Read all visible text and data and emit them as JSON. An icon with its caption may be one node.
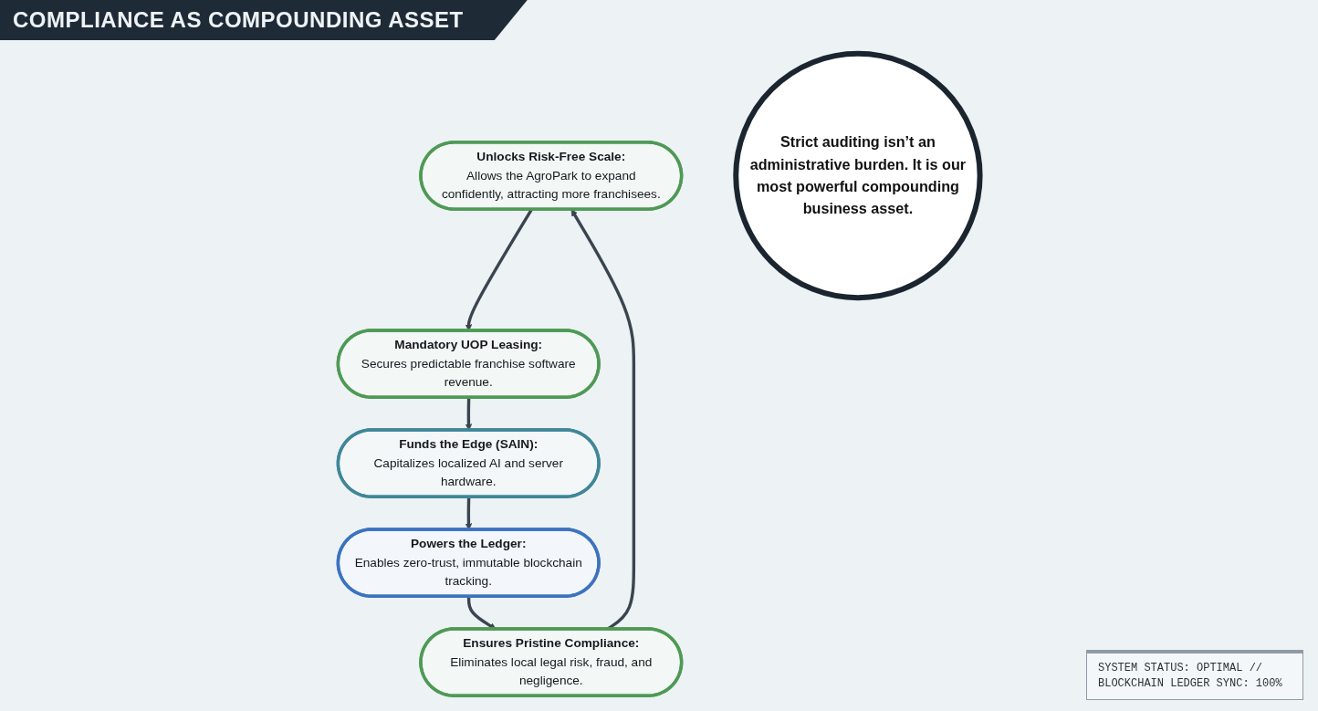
{
  "diagram": {
    "title": "COMPLIANCE AS COMPOUNDING ASSET",
    "nodes": [
      {
        "text": [
          "Unlocks Risk-Free Scale:",
          "Allows the AgroPark to expand confidently, attracting more franchisees."
        ]
      },
      {
        "text": [
          "Mandatory UOP Leasing:",
          "Secures predictable franchise software revenue."
        ]
      },
      {
        "text": [
          "Strict auditing isn’t an administrative burden. It is our most powerful compounding business asset."
        ]
      },
      {
        "text": [
          "Ensures Pristine Compliance:",
          "Eliminates local legal risk, fraud, and negligence."
        ]
      },
      {
        "text": [
          "Funds the Edge (SAIN):",
          "Capitalizes localized AI and server hardware."
        ]
      },
      {
        "text": [
          "Powers the Ledger:",
          "Enables zero-trust, immutable blockchain tracking."
        ]
      }
    ],
    "edges": [
      {
        "from": 0,
        "to": 1,
        "arrow": "to"
      },
      {
        "from": 1,
        "to": 4,
        "arrow": "to"
      },
      {
        "from": 4,
        "to": 5,
        "arrow": "to"
      },
      {
        "from": 5,
        "to": 3,
        "arrow": "to"
      },
      {
        "from": 3,
        "to": 0,
        "arrow": "to"
      }
    ],
    "labels": [
      "SYSTEM STATUS: OPTIMAL // BLOCKCHAIN LEDGER SYNC: 100%"
    ]
  }
}
